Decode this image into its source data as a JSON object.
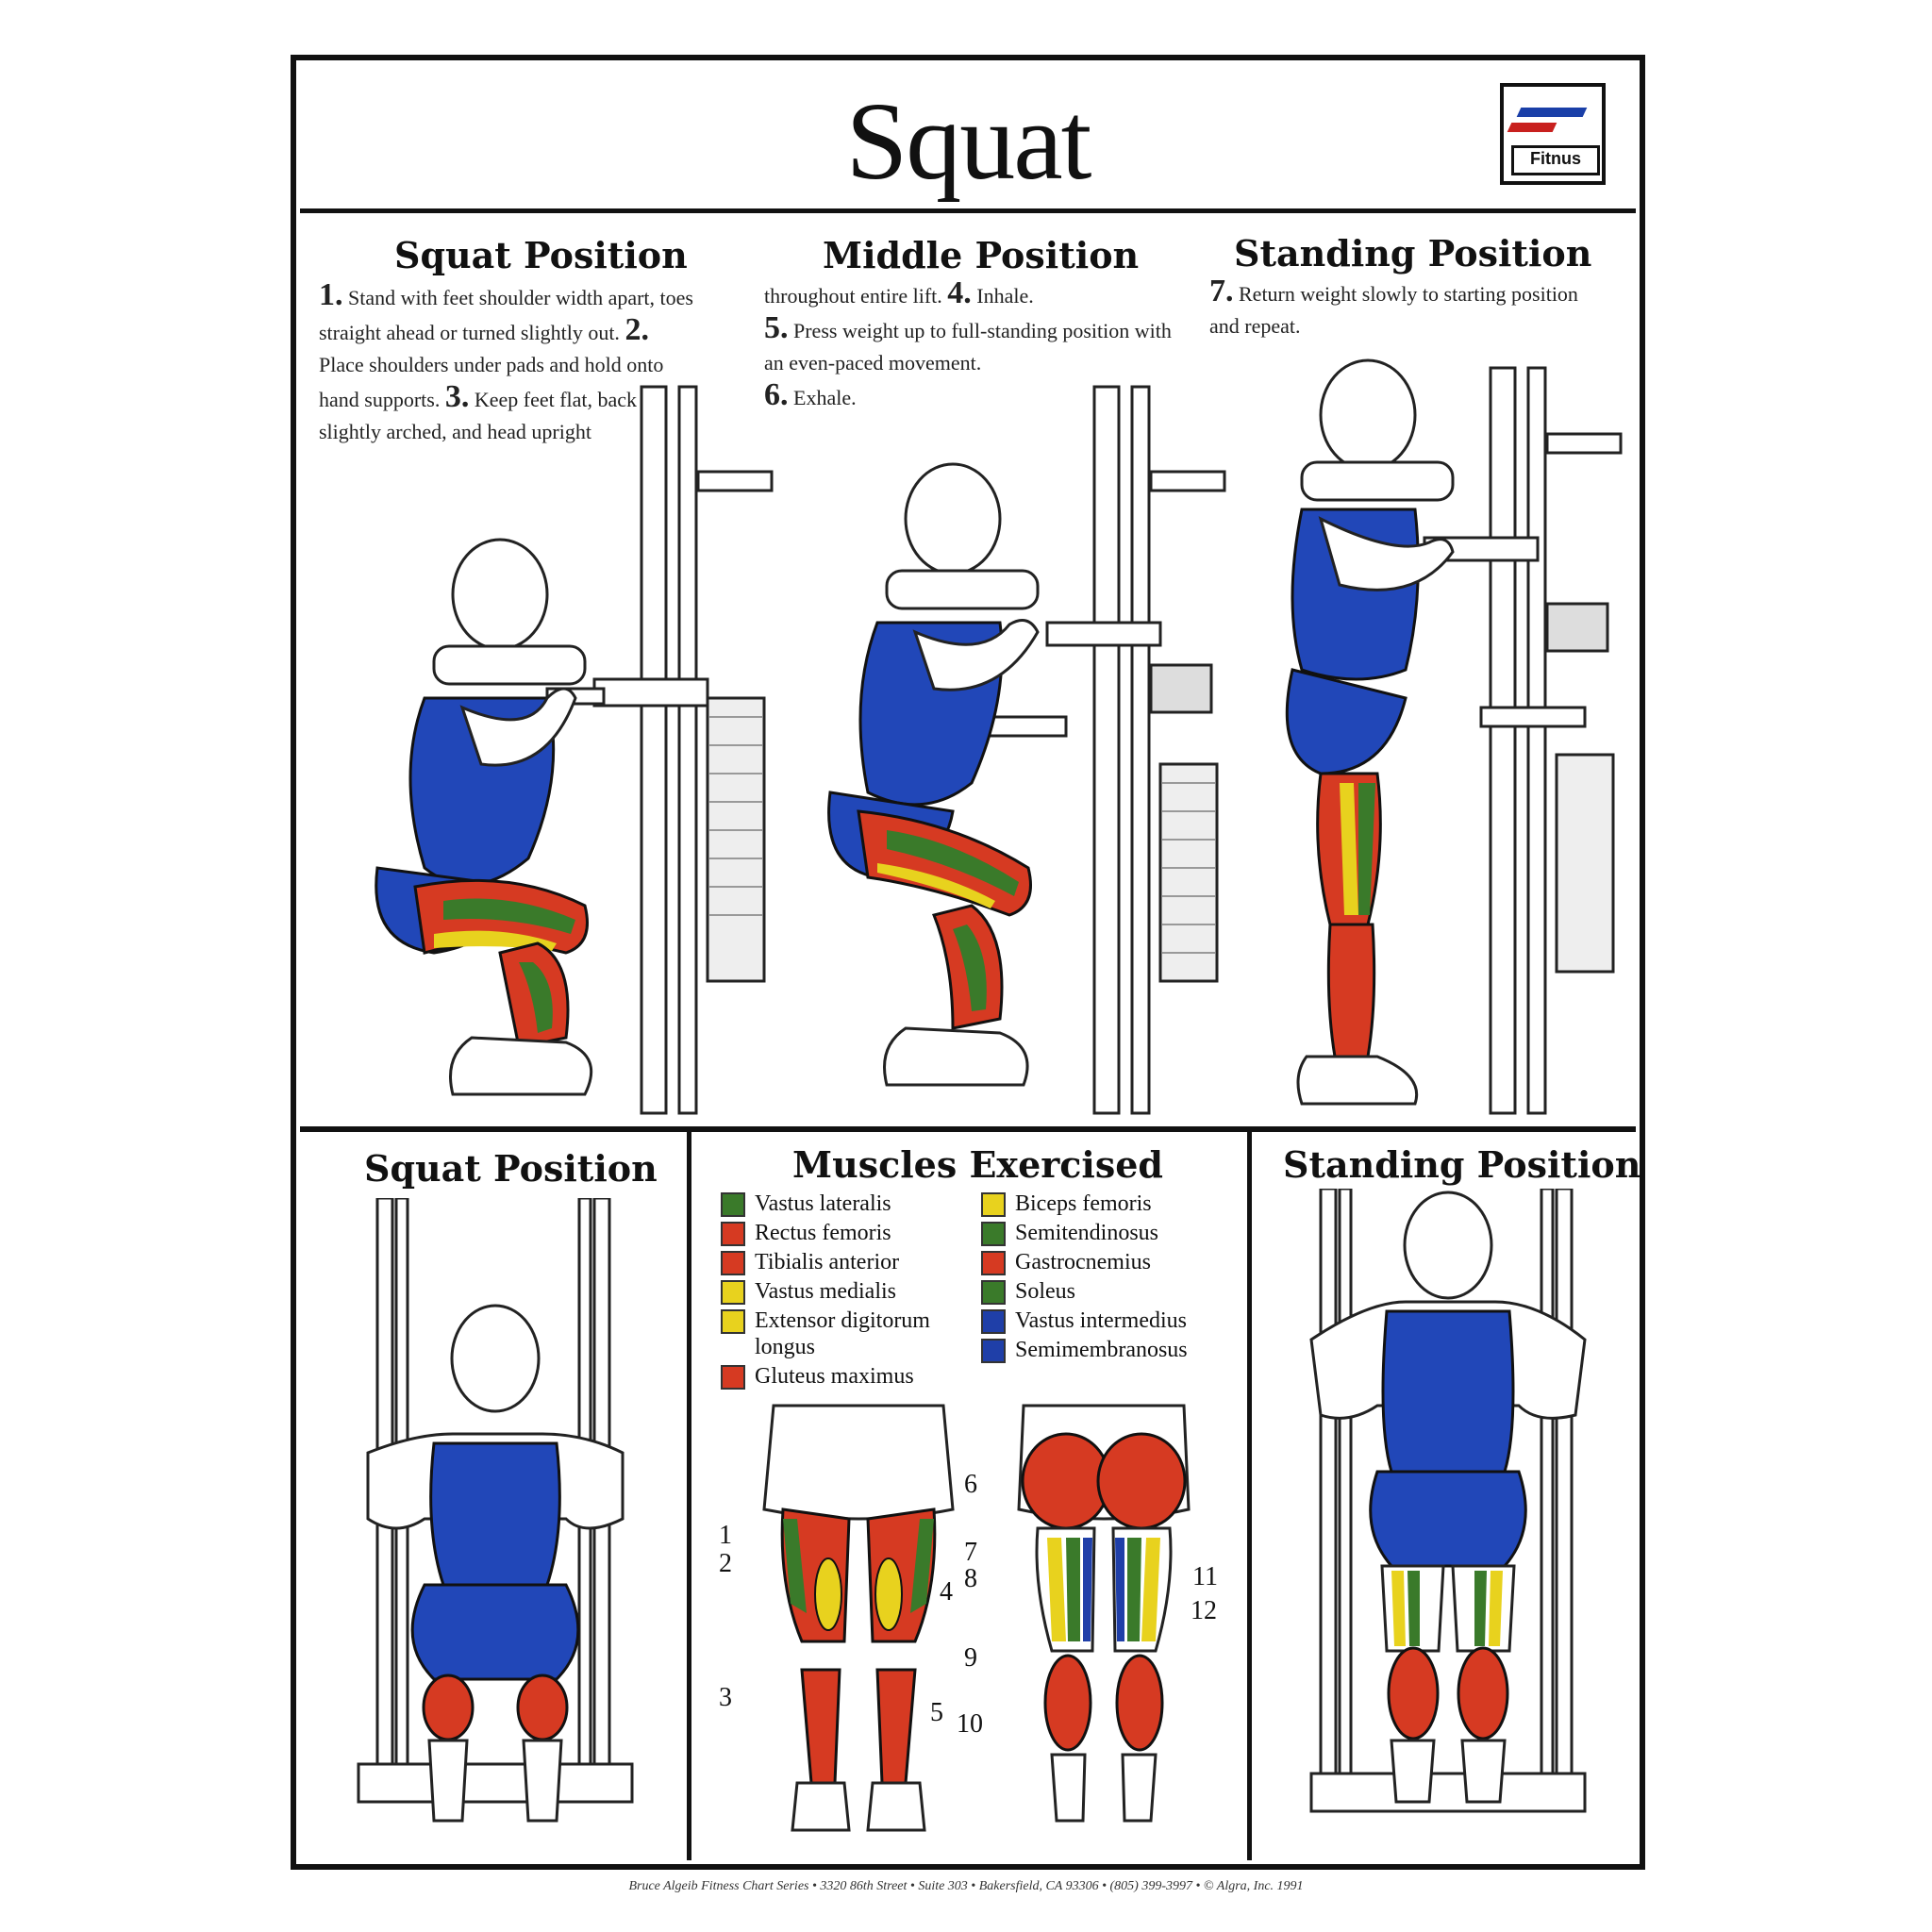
{
  "title": "Squat",
  "logo": {
    "text": "Fitnus"
  },
  "top": {
    "squat": {
      "heading": "Squat Position",
      "steps": [
        {
          "num": "1.",
          "text": "Stand with feet shoulder width apart, toes straight ahead or turned slightly out."
        },
        {
          "num": "2.",
          "text": "Place shoulders under pads and hold onto hand supports."
        },
        {
          "num": "3.",
          "text": "Keep feet flat, back slightly arched, and head upright"
        }
      ]
    },
    "middle": {
      "heading": "Middle Position",
      "lead": "throughout entire lift.",
      "steps": [
        {
          "num": "4.",
          "text": "Inhale."
        },
        {
          "num": "5.",
          "text": "Press weight up to full-standing position with an even-paced movement."
        },
        {
          "num": "6.",
          "text": "Exhale."
        }
      ]
    },
    "standing": {
      "heading": "Standing Position",
      "steps": [
        {
          "num": "7.",
          "text": "Return weight slowly to starting position and repeat."
        }
      ]
    }
  },
  "bottom": {
    "left_heading": "Squat Position",
    "center_heading": "Muscles Exercised",
    "right_heading": "Standing Position"
  },
  "legend_left": [
    {
      "num": "1",
      "label": "Vastus lateralis",
      "color": "#3a7a2a"
    },
    {
      "num": "2",
      "label": "Rectus femoris",
      "color": "#d63a22"
    },
    {
      "num": "3",
      "label": "Tibialis anterior",
      "color": "#d63a22"
    },
    {
      "num": "4",
      "label": "Vastus medialis",
      "color": "#e8d21e"
    },
    {
      "num": "5",
      "label": "Extensor digitorum longus",
      "color": "#e8d21e"
    },
    {
      "num": "6",
      "label": "Gluteus maximus",
      "color": "#d63a22"
    }
  ],
  "legend_right": [
    {
      "num": "7",
      "label": "Biceps femoris",
      "color": "#e8d21e"
    },
    {
      "num": "8",
      "label": "Semitendinosus",
      "color": "#3a7a2a"
    },
    {
      "num": "9",
      "label": "Gastrocnemius",
      "color": "#d63a22"
    },
    {
      "num": "10",
      "label": "Soleus",
      "color": "#3a7a2a"
    },
    {
      "num": "11",
      "label": "Vastus intermedius",
      "color": "#1f3fa8"
    },
    {
      "num": "12",
      "label": "Semimembranosus",
      "color": "#1f3fa8"
    }
  ],
  "diagram_numbers": {
    "n1": "1",
    "n2": "2",
    "n3": "3",
    "n4": "4",
    "n5": "5",
    "n6": "6",
    "n7": "7",
    "n8": "8",
    "n9": "9",
    "n10": "10",
    "n11": "11",
    "n12": "12"
  },
  "footer": "Bruce Algeib Fitness Chart Series • 3320 86th Street • Suite 303 • Bakersfield, CA 93306 • (805) 399-3997 • © Algra, Inc. 1991",
  "colors": {
    "shirt": "#2147b8",
    "red": "#d63a22",
    "yellow": "#e8d21e",
    "green": "#3a7a2a"
  }
}
